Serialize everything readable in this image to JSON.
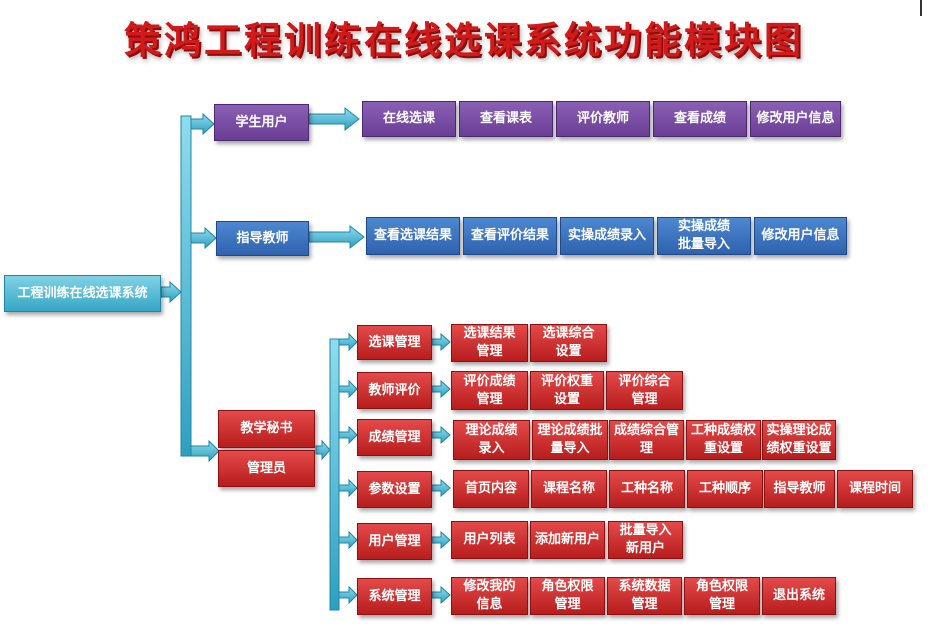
{
  "title": "策鸿工程训练在线选课系统功能模块图",
  "root": {
    "label": "工程训练在线选课系统"
  },
  "student": {
    "label": "学生用户",
    "functions": [
      "在线选课",
      "查看课表",
      "评价教师",
      "查看成绩",
      "修改用户信息"
    ]
  },
  "teacher": {
    "label": "指导教师",
    "functions": [
      "查看选课结果",
      "查看评价结果",
      "实操成绩录入",
      "实操成绩\n批量导入",
      "修改用户信息"
    ]
  },
  "admin": {
    "label_line1": "教学秘书",
    "label_line2": "管理员",
    "modules": [
      {
        "label": "选课管理",
        "functions": [
          "选课结果\n管理",
          "选课综合\n设置"
        ]
      },
      {
        "label": "教师评价",
        "functions": [
          "评价成绩\n管理",
          "评价权重\n设置",
          "评价综合\n管理"
        ]
      },
      {
        "label": "成绩管理",
        "functions": [
          "理论成绩\n录入",
          "理论成绩批\n量导入",
          "成绩综合管\n理",
          "工种成绩权\n重设置",
          "实操理论成\n绩权重设置"
        ]
      },
      {
        "label": "参数设置",
        "functions": [
          "首页内容",
          "课程名称",
          "工种名称",
          "工种顺序",
          "指导教师",
          "课程时间"
        ]
      },
      {
        "label": "用户管理",
        "functions": [
          "用户列表",
          "添加新用户",
          "批量导入\n新用户"
        ]
      },
      {
        "label": "系统管理",
        "functions": [
          "修改我的\n信息",
          "角色权限\n管理",
          "系统数据\n管理",
          "角色权限\n管理",
          "退出系统"
        ]
      }
    ]
  },
  "colors": {
    "title": "#d21a1a",
    "student": "#7a4ea6",
    "teacher": "#3a72c0",
    "root_connector": "#4fbcd8",
    "admin": "#c92a2a"
  }
}
